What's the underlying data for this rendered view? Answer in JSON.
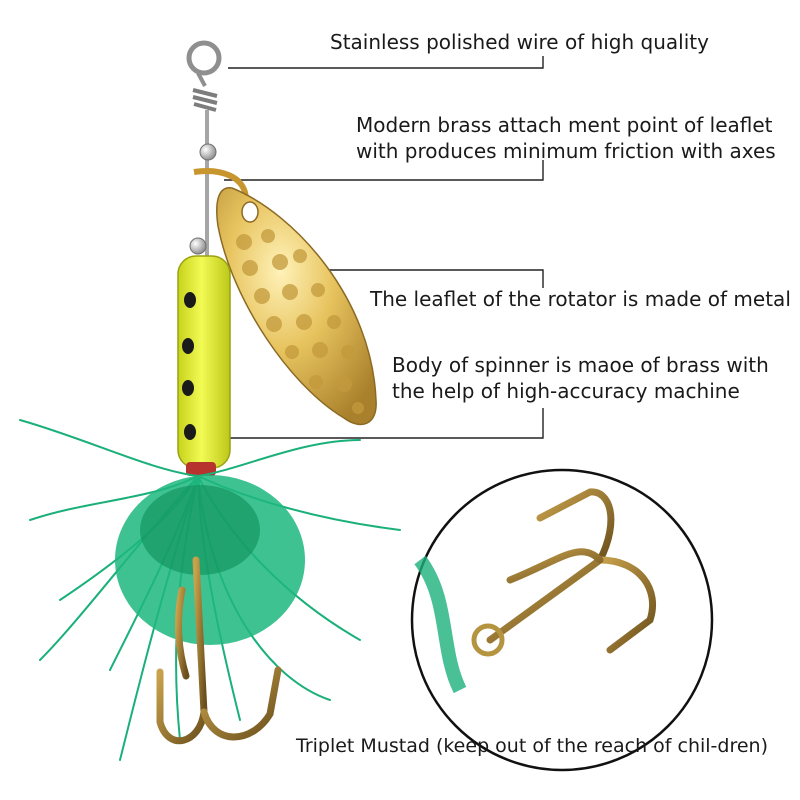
{
  "annotations": {
    "wire": "Stainless polished wire of high quality",
    "attach_line1": "Modern brass attach ment point of leaflet",
    "attach_line2": "with produces minimum friction with axes",
    "leaflet": "The leaflet of the rotator is made of metal",
    "body_line1": "Body of spinner is maoe of brass with",
    "body_line2": "the help of high-accuracy machine",
    "hook": "Triplet Mustad (keep out of the reach of chil-dren)"
  },
  "colors": {
    "background": "#ffffff",
    "leader_line": "#222222",
    "wire": "#9a9a9a",
    "blade_gold": "#d9b24a",
    "body_yellow": "#e2ef2a",
    "body_dots": "#1a1a1a",
    "feather_green": "#1bb07a",
    "hook_bronze": "#8a6a2a"
  }
}
